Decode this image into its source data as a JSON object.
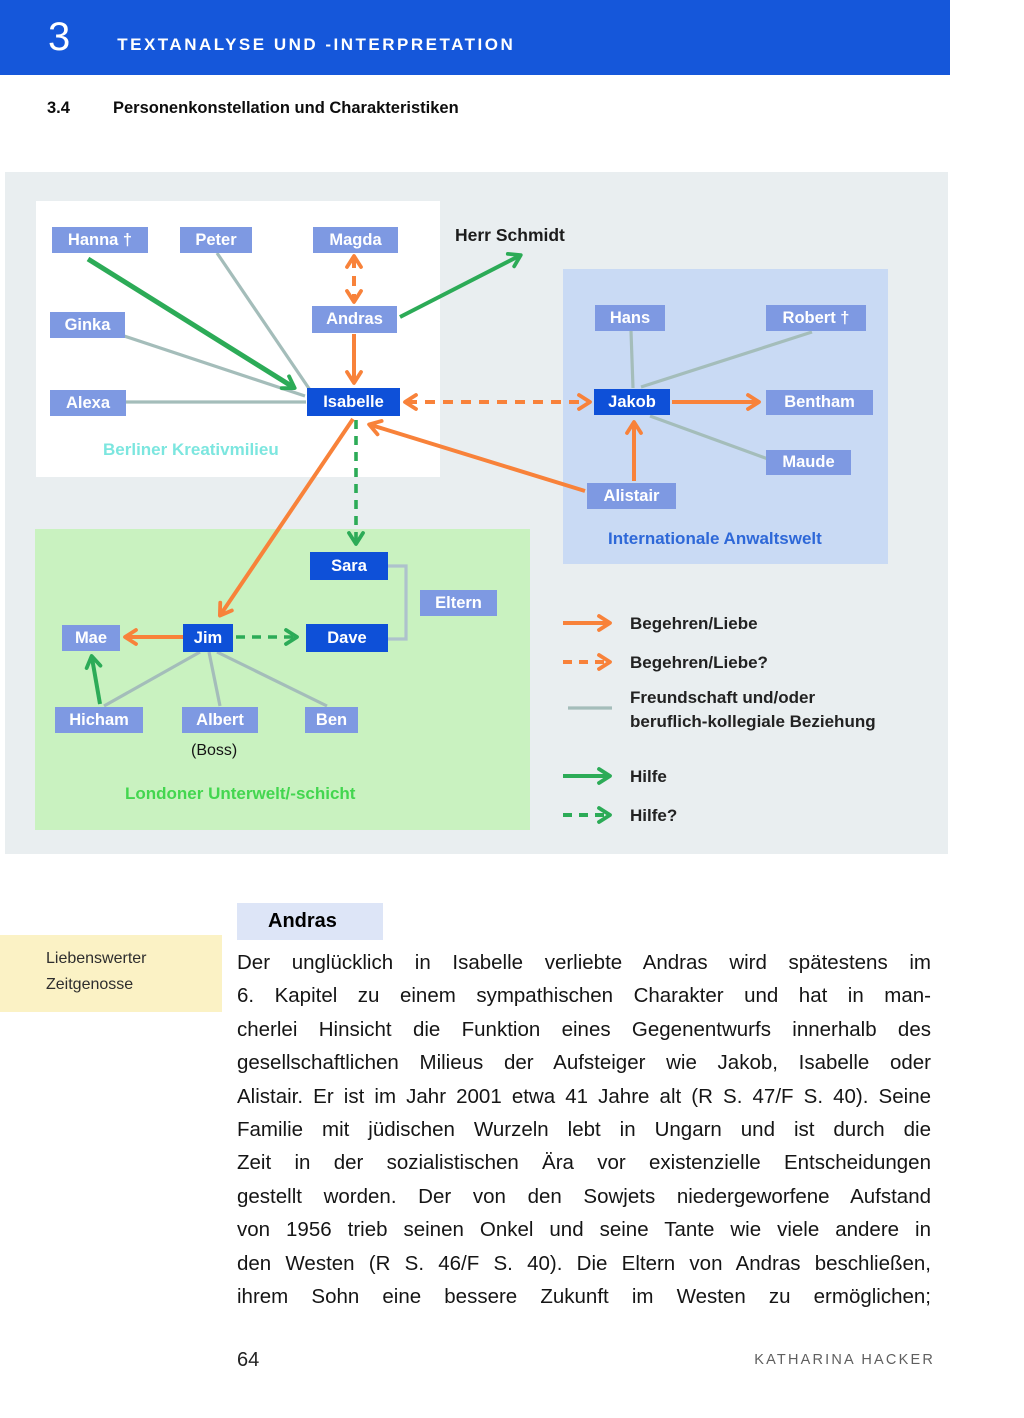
{
  "header": {
    "chapter_number": "3",
    "chapter_title": "TEXTANALYSE UND -INTERPRETATION"
  },
  "section": {
    "number": "3.4",
    "title": "Personenkonstellation und Charakteristiken"
  },
  "diagram": {
    "groups": {
      "berlin": {
        "label": "Berliner Kreativmilieu"
      },
      "lawyers": {
        "label": "Internationale Anwaltswelt"
      },
      "london": {
        "label": "Londoner Unterwelt/-schicht"
      }
    },
    "nodes": {
      "hanna": "Hanna †",
      "peter": "Peter",
      "magda": "Magda",
      "ginka": "Ginka",
      "alexa": "Alexa",
      "andras": "Andras",
      "isabelle": "Isabelle",
      "herr_schmidt": "Herr Schmidt",
      "hans": "Hans",
      "robert": "Robert †",
      "jakob": "Jakob",
      "bentham": "Bentham",
      "maude": "Maude",
      "alistair": "Alistair",
      "sara": "Sara",
      "dave": "Dave",
      "eltern": "Eltern",
      "mae": "Mae",
      "jim": "Jim",
      "hicham": "Hicham",
      "albert": "Albert",
      "albert_note": "(Boss)",
      "ben": "Ben"
    },
    "edges": [
      {
        "from": "Hanna",
        "to": "Isabelle",
        "type": "Hilfe"
      },
      {
        "from": "Andras",
        "to": "Herr Schmidt",
        "type": "Hilfe"
      },
      {
        "from": "Hicham",
        "to": "Mae",
        "type": "Hilfe"
      },
      {
        "from": "Isabelle",
        "to": "Sara",
        "type": "Hilfe?"
      },
      {
        "from": "Jim",
        "to": "Dave",
        "type": "Hilfe?"
      },
      {
        "from": "Andras",
        "to": "Isabelle",
        "type": "Begehren/Liebe"
      },
      {
        "from": "Isabelle",
        "to": "Jim",
        "type": "Begehren/Liebe"
      },
      {
        "from": "Alistair",
        "to": "Isabelle",
        "type": "Begehren/Liebe"
      },
      {
        "from": "Alistair",
        "to": "Jakob",
        "type": "Begehren/Liebe"
      },
      {
        "from": "Jakob",
        "to": "Bentham",
        "type": "Begehren/Liebe"
      },
      {
        "from": "Jim",
        "to": "Mae",
        "type": "Begehren/Liebe"
      },
      {
        "from": "Isabelle",
        "to": "Jakob",
        "type": "Begehren/Liebe?",
        "bidirectional": true
      },
      {
        "from": "Magda",
        "to": "Andras",
        "type": "Begehren/Liebe?",
        "bidirectional": true
      },
      {
        "from": "Peter",
        "to": "Isabelle",
        "type": "Freundschaft/beruflich-kollegiale Beziehung"
      },
      {
        "from": "Ginka",
        "to": "Isabelle",
        "type": "Freundschaft/beruflich-kollegiale Beziehung"
      },
      {
        "from": "Alexa",
        "to": "Isabelle",
        "type": "Freundschaft/beruflich-kollegiale Beziehung"
      },
      {
        "from": "Hans",
        "to": "Jakob",
        "type": "Freundschaft/beruflich-kollegiale Beziehung"
      },
      {
        "from": "Robert",
        "to": "Jakob",
        "type": "Freundschaft/beruflich-kollegiale Beziehung"
      },
      {
        "from": "Jakob",
        "to": "Maude",
        "type": "Freundschaft/beruflich-kollegiale Beziehung"
      },
      {
        "from": "Jim",
        "to": "Hicham",
        "type": "Freundschaft/beruflich-kollegiale Beziehung"
      },
      {
        "from": "Jim",
        "to": "Albert",
        "type": "Freundschaft/beruflich-kollegiale Beziehung"
      },
      {
        "from": "Jim",
        "to": "Ben",
        "type": "Freundschaft/beruflich-kollegiale Beziehung"
      },
      {
        "from": "Sara",
        "to": "Eltern",
        "type": "Klammer"
      },
      {
        "from": "Dave",
        "to": "Eltern",
        "type": "Klammer"
      }
    ],
    "legend": [
      {
        "style": "orange-solid",
        "label": "Begehren/Liebe"
      },
      {
        "style": "orange-dashed",
        "label": "Begehren/Liebe?"
      },
      {
        "style": "gray-line",
        "label": "Freundschaft und/oder\nberuflich-kollegiale Beziehung"
      },
      {
        "style": "green-solid",
        "label": "Hilfe"
      },
      {
        "style": "green-dashed",
        "label": "Hilfe?"
      }
    ],
    "colors": {
      "panel_bg": "#e9eef0",
      "berlin_bg": "#ffffff",
      "lawyers_bg": "#c9daf4",
      "london_bg": "#c9f2c0",
      "node_light": "#7e99e2",
      "node_dark": "#0e50d8",
      "orange": "#f8823a",
      "green": "#2cab57",
      "gray_line": "#a4bdba",
      "berlin_label": "#7ce6df",
      "lawyers_label": "#2e68d8",
      "london_label": "#43d64f",
      "header_blue": "#1557da"
    }
  },
  "main": {
    "heading": "Andras",
    "margin_note": "Liebenswerter\nZeitgenosse",
    "paragraph_lines": [
      "Der unglücklich in Isabelle verliebte Andras wird spätestens im",
      "6. Kapitel zu einem sympathischen Charakter und hat in man-",
      "cherlei Hinsicht die Funktion eines Gegenentwurfs innerhalb des",
      "gesellschaftlichen Milieus der Aufsteiger wie Jakob, Isabelle oder",
      "Alistair. Er ist im Jahr 2001 etwa 41 Jahre alt (R S. 47/F S. 40). Seine",
      "Familie mit jüdischen Wurzeln lebt in Ungarn und ist durch die",
      "Zeit in der sozialistischen Ära vor existenzielle Entscheidungen",
      "gestellt worden. Der von den Sowjets niedergeworfene Aufstand",
      "von 1956 trieb seinen Onkel und seine Tante wie viele andere in",
      "den Westen (R S. 46/F S. 40). Die Eltern von Andras beschließen,",
      "ihrem Sohn eine bessere Zukunft im Westen zu ermöglichen;"
    ]
  },
  "footer": {
    "page_number": "64",
    "author": "KATHARINA HACKER"
  }
}
